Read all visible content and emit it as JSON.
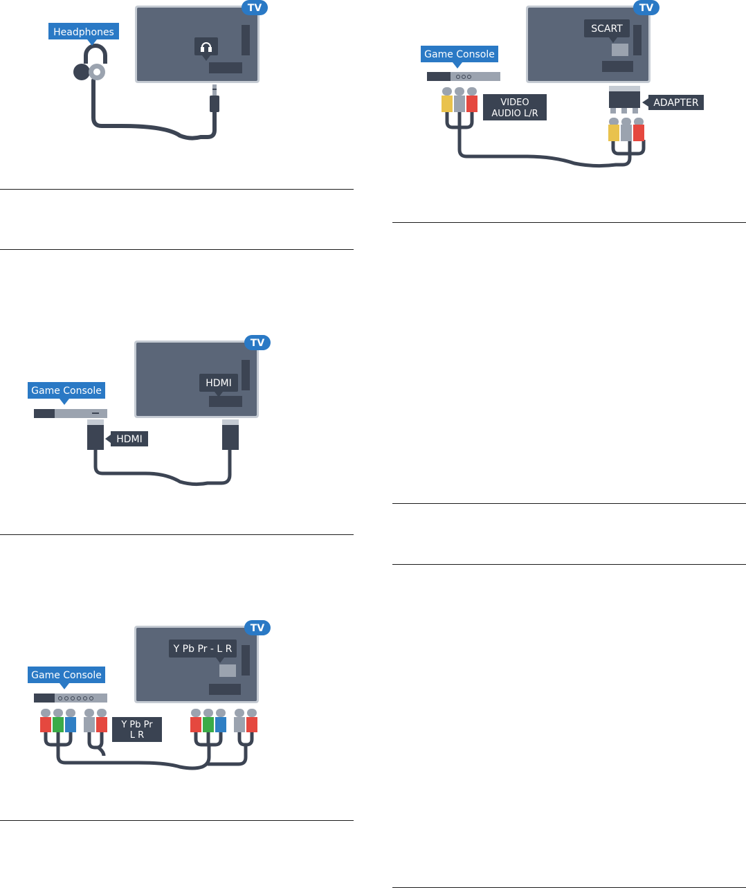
{
  "diagrams": {
    "headphones": {
      "device_label": "Headphones",
      "tv_badge": "TV"
    },
    "scart": {
      "device_label": "Game Console",
      "tv_badge": "TV",
      "port_label": "SCART",
      "cable_label_line1": "VIDEO",
      "cable_label_line2": "AUDIO  L/R",
      "adapter_label": "ADAPTER"
    },
    "hdmi": {
      "device_label": "Game Console",
      "tv_badge": "TV",
      "port_label": "HDMI",
      "cable_label": "HDMI"
    },
    "ypbpr": {
      "device_label": "Game Console",
      "tv_badge": "TV",
      "port_label": "Y Pb Pr - L R",
      "cable_label_line1": "Y Pb Pr",
      "cable_label_line2": "L R"
    }
  },
  "icons": [
    "headphone-icon",
    "headphones-icon",
    "audio-jack-icon",
    "hdmi-plug-icon",
    "rca-plug-icon",
    "scart-adapter-icon"
  ],
  "colors": {
    "tv_body": "#5b6678",
    "tv_frame": "#c5cbd3",
    "port_dark": "#3c4453",
    "badge_blue": "#2a79c5",
    "label_dark": "#3a4352",
    "cable": "#3c4453",
    "rca_yellow": "#e9c24d",
    "rca_white": "#9ba3af",
    "rca_red": "#e5483f",
    "rca_green": "#3bab48",
    "rca_blue": "#2f7fc4"
  }
}
